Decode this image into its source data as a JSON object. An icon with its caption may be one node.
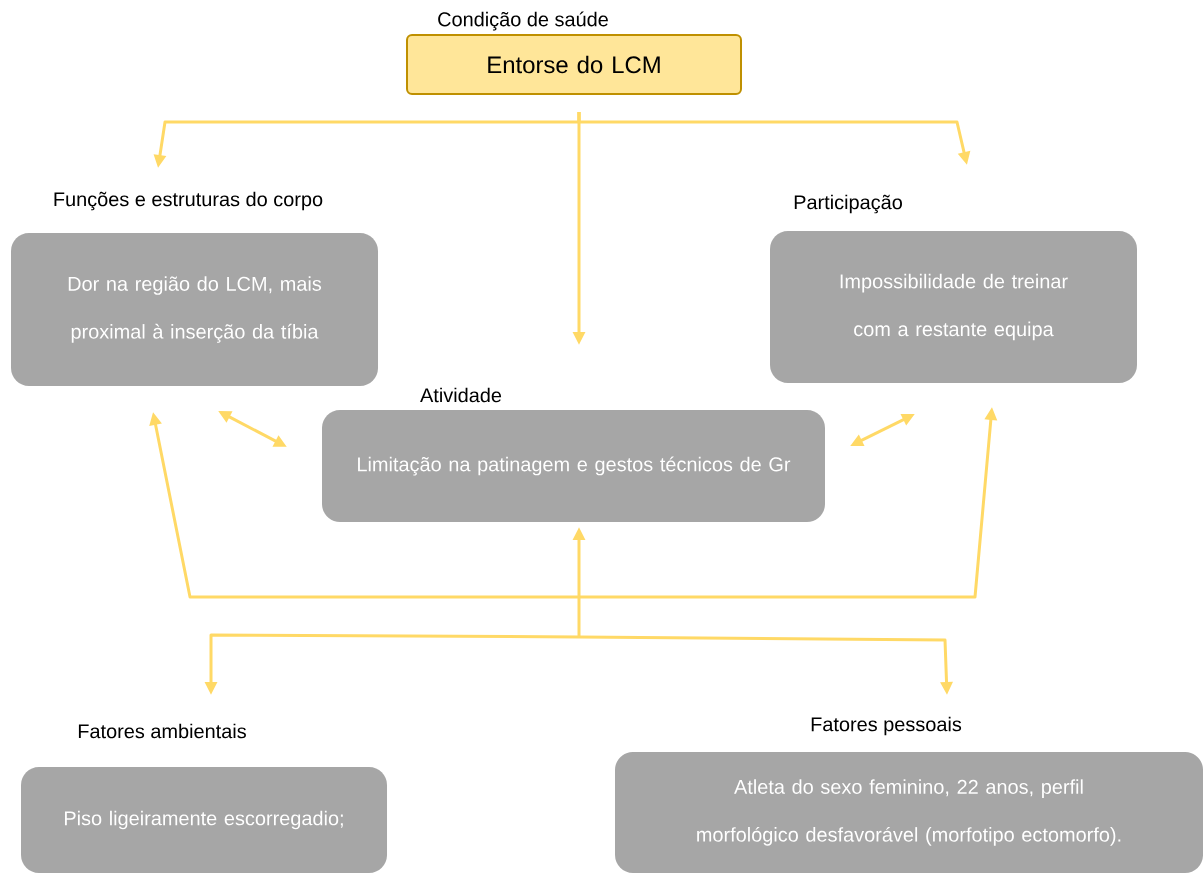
{
  "diagram": {
    "nodes": [
      {
        "text": [
          "Condição de saúde",
          "Entorse do LCM"
        ]
      },
      {
        "text": [
          "Funções e estruturas do corpo",
          "Dor na região do LCM, mais proximal à inserção da tíbia"
        ]
      },
      {
        "text": [
          "Participação",
          "Impossibilidade de treinar com a restante equipa"
        ]
      },
      {
        "text": [
          "Atividade",
          "Limitação na patinagem e gestos técnicos de Gr"
        ]
      },
      {
        "text": [
          "Fatores ambientais",
          "Piso ligeiramente escorregadio;"
        ]
      },
      {
        "text": [
          "Fatores pessoais",
          "Atleta do sexo feminino, 22 anos, perfil morfológico desfavorável (morfotipo ectomorfo)."
        ]
      }
    ],
    "edges": [
      {
        "from": 0,
        "to": 1,
        "arrow": "to"
      },
      {
        "from": 0,
        "to": 3,
        "arrow": "to"
      },
      {
        "from": 0,
        "to": 2,
        "arrow": "to"
      },
      {
        "from": 1,
        "to": 3,
        "arrow": "both"
      },
      {
        "from": 3,
        "to": 2,
        "arrow": "both"
      },
      {
        "from": 4,
        "to": 5,
        "arrow": "both"
      },
      {
        "from": null,
        "to": 3,
        "arrow": "to"
      },
      {
        "from": 1,
        "to": 2,
        "arrow": "both"
      }
    ]
  }
}
